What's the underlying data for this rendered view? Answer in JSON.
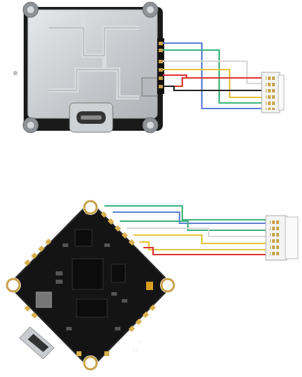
{
  "diagram": {
    "labels": [
      "5V",
      "T2",
      "+"
    ]
  }
}
